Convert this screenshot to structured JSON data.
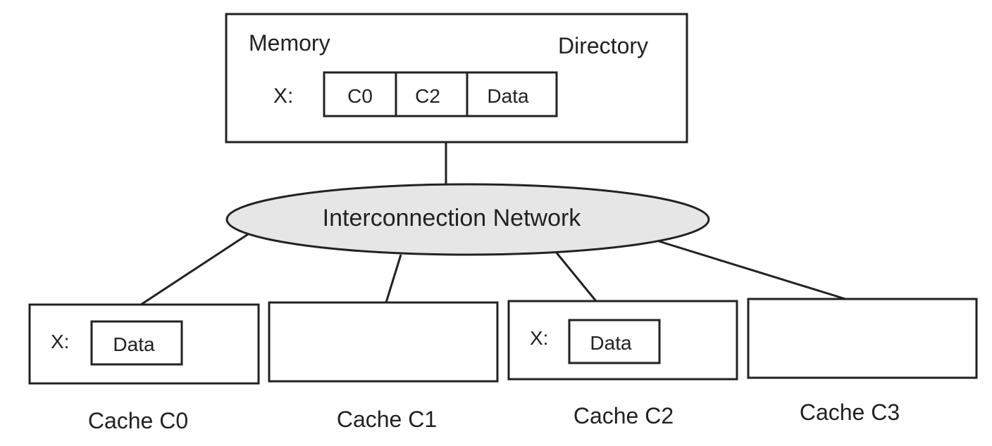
{
  "memory": {
    "title": "Memory",
    "directory_label": "Directory",
    "entry": {
      "address_label": "X:",
      "fields": [
        "C0",
        "C2",
        "Data"
      ]
    }
  },
  "network": {
    "label": "Interconnection Network",
    "fill_color": "#e6e6e6"
  },
  "caches": [
    {
      "name": "Cache C0",
      "has_entry": true,
      "address_label": "X:",
      "data_label": "Data"
    },
    {
      "name": "Cache C1",
      "has_entry": false
    },
    {
      "name": "Cache C2",
      "has_entry": true,
      "address_label": "X:",
      "data_label": "Data"
    },
    {
      "name": "Cache C3",
      "has_entry": false
    }
  ]
}
